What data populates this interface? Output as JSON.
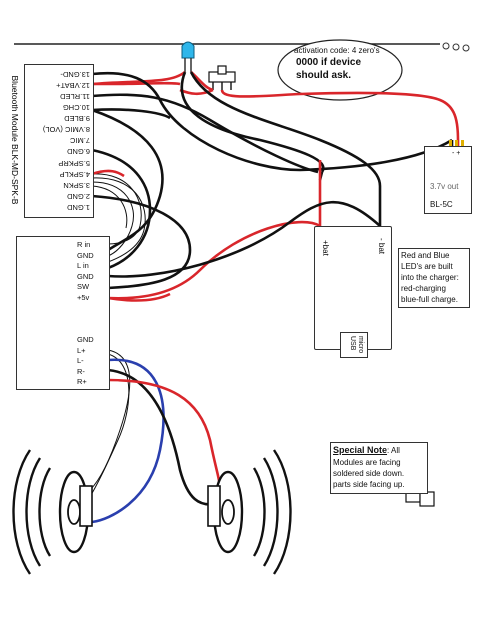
{
  "activation": {
    "line1": "activation code: 4 zero's",
    "line2": "0000 if device",
    "line3": "should ask."
  },
  "bluetooth_module": {
    "title": "Bluetooth Module BLK-MD-SPK-B",
    "pins": [
      "13.GND-",
      "12.VBAT+",
      "11.RLED",
      "10.CHG",
      "9.BLED",
      "8.VMIC (VOL)",
      "7.MIC",
      "6.GND",
      "5.SPKRP",
      "4.SPKLP",
      "3.SPKN",
      "2.GND",
      "1.GND"
    ]
  },
  "amp_module": {
    "pins_top": [
      "R in",
      "GND",
      "L in",
      "GND",
      "SW",
      "+5v"
    ],
    "pins_bottom": [
      "GND",
      "L+",
      "L-",
      "R-",
      "R+"
    ]
  },
  "charger": {
    "pos_label": "+bat",
    "neg_label": "- bat",
    "usb_label": "micro USB"
  },
  "battery": {
    "output": "3.7v out",
    "model": "BL-5C",
    "terminals": "- +"
  },
  "led_note": {
    "line1": "Red and Blue",
    "line2": "LED's are built",
    "line3": "into the charger:",
    "line4": "red-charging",
    "line5": "blue-full charge."
  },
  "special_note": {
    "title": "Special Note",
    "text1": ": All",
    "text2": "Modules are facing",
    "text3": "soldered side down.",
    "text4": "parts side facing up."
  },
  "colors": {
    "red_wire": "#d9262b",
    "black_wire": "#111111",
    "blue_wire": "#2a3fae",
    "led_blue": "#2fb6ea",
    "red_led": "#e8262b",
    "blue_led": "#2cb8e6",
    "battery_terminal": "#e0b000"
  }
}
